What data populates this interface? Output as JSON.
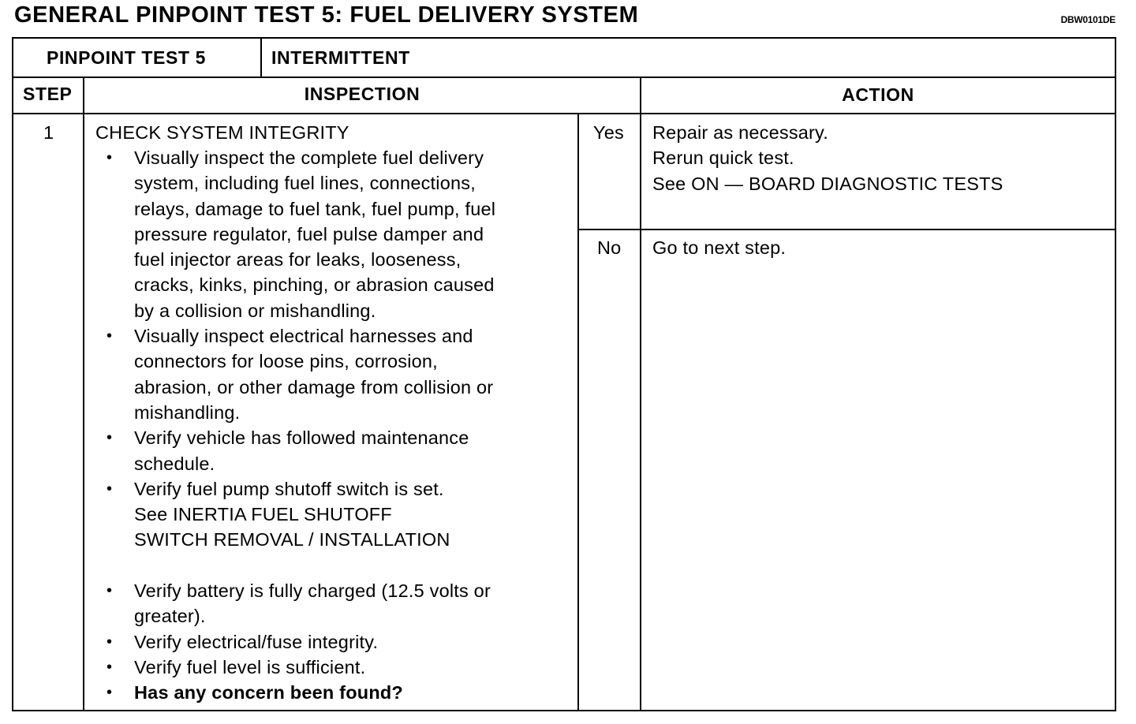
{
  "title": "GENERAL PINPOINT TEST 5: FUEL DELIVERY SYSTEM",
  "doc_code": "DBW0101DE",
  "table": {
    "pinpoint_label": "PINPOINT TEST 5",
    "condition": "INTERMITTENT",
    "col_step": "STEP",
    "col_inspection": "INSPECTION",
    "col_action": "ACTION",
    "step_number": "1",
    "inspection_heading": "CHECK SYSTEM INTEGRITY",
    "bullets": [
      {
        "lines": [
          "Visually inspect the complete fuel delivery",
          "system, including fuel lines, connections,",
          "relays, damage to fuel tank, fuel pump, fuel",
          "pressure regulator, fuel pulse damper and",
          "fuel injector areas for leaks, looseness,",
          "cracks, kinks, pinching, or abrasion caused",
          "by a collision or mishandling."
        ]
      },
      {
        "lines": [
          "Visually inspect electrical harnesses and",
          "connectors for loose pins, corrosion,",
          "abrasion, or other damage from collision or",
          "mishandling."
        ]
      },
      {
        "lines": [
          "Verify vehicle has followed maintenance",
          "schedule."
        ]
      },
      {
        "lines": [
          "Verify fuel pump shutoff switch is set.",
          "See INERTIA FUEL SHUTOFF",
          "SWITCH REMOVAL / INSTALLATION"
        ]
      },
      {
        "lines": [
          "Verify battery is fully charged (12.5 volts or",
          "greater)."
        ]
      },
      {
        "lines": [
          "Verify electrical/fuse integrity."
        ]
      },
      {
        "lines": [
          "Verify fuel level is sufficient."
        ]
      },
      {
        "lines": [
          "Has any concern been found?"
        ],
        "bold": true
      }
    ],
    "yes_label": "Yes",
    "yes_action": [
      "Repair as necessary.",
      "Rerun quick test.",
      "See ON — BOARD DIAGNOSTIC TESTS"
    ],
    "no_label": "No",
    "no_action": [
      "Go to next step."
    ]
  }
}
